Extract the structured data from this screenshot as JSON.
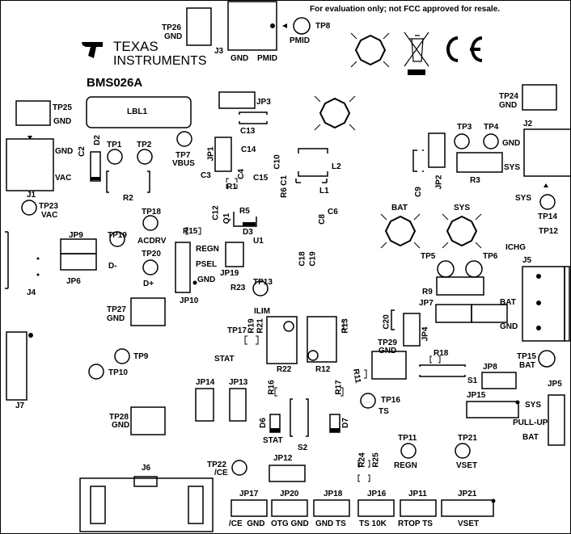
{
  "notice": "For evaluation only; not FCC approved for resale.",
  "brand": {
    "line1": "TEXAS",
    "line2": "INSTRUMENTS"
  },
  "board_id": "BMS026A",
  "label_box": "LBL1",
  "test_points": {
    "tp26": "TP26",
    "tp26_net": "GND",
    "tp8": "TP8",
    "tp8_net": "PMID",
    "tp25": "TP25",
    "tp25_net": "GND",
    "tp24": "TP24",
    "tp24_net": "GND",
    "tp1": "TP1",
    "tp2": "TP2",
    "tp7": "TP7",
    "tp7_net": "VBUS",
    "tp3": "TP3",
    "tp4": "TP4",
    "tp4_net": "GND",
    "tp23": "TP23",
    "tp23_net": "VAC",
    "tp18": "TP18",
    "tp18_net": "ACDRV",
    "tp19": "TP19",
    "tp19_net": "D-",
    "tp20": "TP20",
    "tp20_net": "D+",
    "tp14": "TP14",
    "tp14_net": "SYS",
    "tp12": "TP12",
    "tp12_net": "ICHG",
    "tp13": "TP13",
    "tp13_net": "ILIM",
    "tp5": "TP5",
    "tp6": "TP6",
    "tp27": "TP27",
    "tp27_net": "GND",
    "tp17": "TP17",
    "tp17_net": "STAT",
    "tp29": "TP29",
    "tp29_net": "GND",
    "tp15": "TP15",
    "tp15_net": "BAT",
    "tp9": "TP9",
    "tp10": "TP10",
    "tp16": "TP16",
    "tp16_net": "TS",
    "tp28": "TP28",
    "tp28_net": "GND",
    "tp11": "TP11",
    "tp11_net": "REGN",
    "tp21": "TP21",
    "tp21_net": "VSET",
    "tp22": "TP22",
    "tp22_net": "/CE"
  },
  "connectors": {
    "j1": "J1",
    "j1_gnd": "GND",
    "j1_vac": "VAC",
    "j2": "J2",
    "j2_gnd": "GND",
    "j2_sys": "SYS",
    "j3": "J3",
    "j3_gnd": "GND",
    "j3_pmid": "PMID",
    "j4": "J4",
    "j5": "J5",
    "j5_bat": "BAT",
    "j5_gnd": "GND",
    "j6": "J6",
    "j7": "J7"
  },
  "jumpers": {
    "jp1": "JP1",
    "jp2": "JP2",
    "jp3": "JP3",
    "jp4": "JP4",
    "jp5": "JP5",
    "jp5_sys": "SYS",
    "jp5_pullup": "PULL-UP",
    "jp5_bat": "BAT",
    "jp6": "JP6",
    "jp7": "JP7",
    "jp8": "JP8",
    "jp9": "JP9",
    "jp10": "JP10",
    "jp10_regn": "REGN",
    "jp10_psel": "PSEL",
    "jp10_gnd": "GND",
    "jp11": "JP11",
    "jp11_label": "RTOP TS",
    "jp12": "JP12",
    "jp13": "JP13",
    "jp14": "JP14",
    "jp15": "JP15",
    "jp16": "JP16",
    "jp16_label": "TS 10K",
    "jp17": "JP17",
    "jp17_label": "/CE  GND",
    "jp18": "JP18",
    "jp18_label": "GND TS",
    "jp19": "JP19",
    "jp20": "JP20",
    "jp20_label": "OTG GND",
    "jp21": "JP21",
    "jp21_label": "VSET"
  },
  "components": {
    "r1": "R1",
    "r2": "R2",
    "r3": "R3",
    "r5": "R5",
    "r6": "R6",
    "r9": "R9",
    "r11": "R11",
    "r12": "R12",
    "r13": "R13",
    "r15": "R15",
    "r16": "R16",
    "r17": "R17",
    "r18": "R18",
    "r19": "R19",
    "r21": "R21",
    "r22": "R22",
    "r23": "R23",
    "r24": "R24",
    "r25": "R25",
    "c1": "C1",
    "c2": "C2",
    "c3": "C3",
    "c4": "C4",
    "c6": "C6",
    "c8": "C8",
    "c9": "C9",
    "c10": "C10",
    "c12": "C12",
    "c13": "C13",
    "c14": "C14",
    "c15": "C15",
    "c18": "C18",
    "c19": "C19",
    "c20": "C20",
    "d2": "D2",
    "d3": "D3",
    "d6": "D6",
    "d6_net": "STAT",
    "d7": "D7",
    "l1": "L1",
    "l2": "L2",
    "q1": "Q1",
    "u1": "U1",
    "s1": "S1",
    "s2": "S2",
    "bat_pad": "BAT",
    "sys_pad": "SYS"
  }
}
